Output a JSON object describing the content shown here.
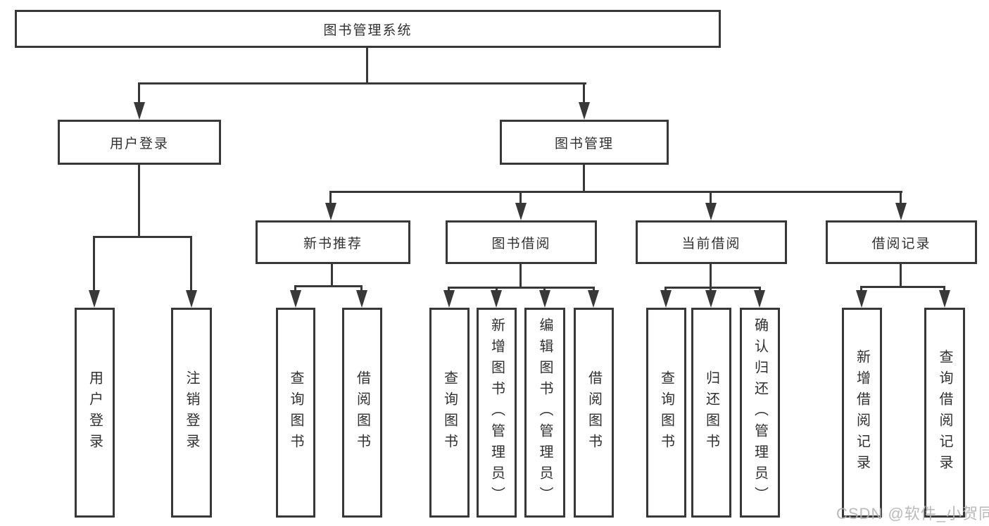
{
  "tree": {
    "label": "图书管理系统",
    "children": [
      {
        "label": "用户登录",
        "children": [
          {
            "label": "用户登录"
          },
          {
            "label": "注销登录"
          }
        ]
      },
      {
        "label": "图书管理",
        "children": [
          {
            "label": "新书推荐",
            "children": [
              {
                "label": "查询图书"
              },
              {
                "label": "借阅图书"
              }
            ]
          },
          {
            "label": "图书借阅",
            "children": [
              {
                "label": "查询图书"
              },
              {
                "label": "新增图书（管理员）"
              },
              {
                "label": "编辑图书（管理员）"
              },
              {
                "label": "借阅图书"
              }
            ]
          },
          {
            "label": "当前借阅",
            "children": [
              {
                "label": "查询图书"
              },
              {
                "label": "归还图书"
              },
              {
                "label": "确认归还（管理员）"
              }
            ]
          },
          {
            "label": "借阅记录",
            "children": [
              {
                "label": "新增借阅记录"
              },
              {
                "label": "查询借阅记录"
              }
            ]
          }
        ]
      }
    ]
  },
  "watermark": {
    "text": "CSDN @软件_小贺同学"
  },
  "colors": {
    "line": "#383838",
    "text": "#303030",
    "watermark_text": "#b3b3b3",
    "background": "#ffffff"
  }
}
